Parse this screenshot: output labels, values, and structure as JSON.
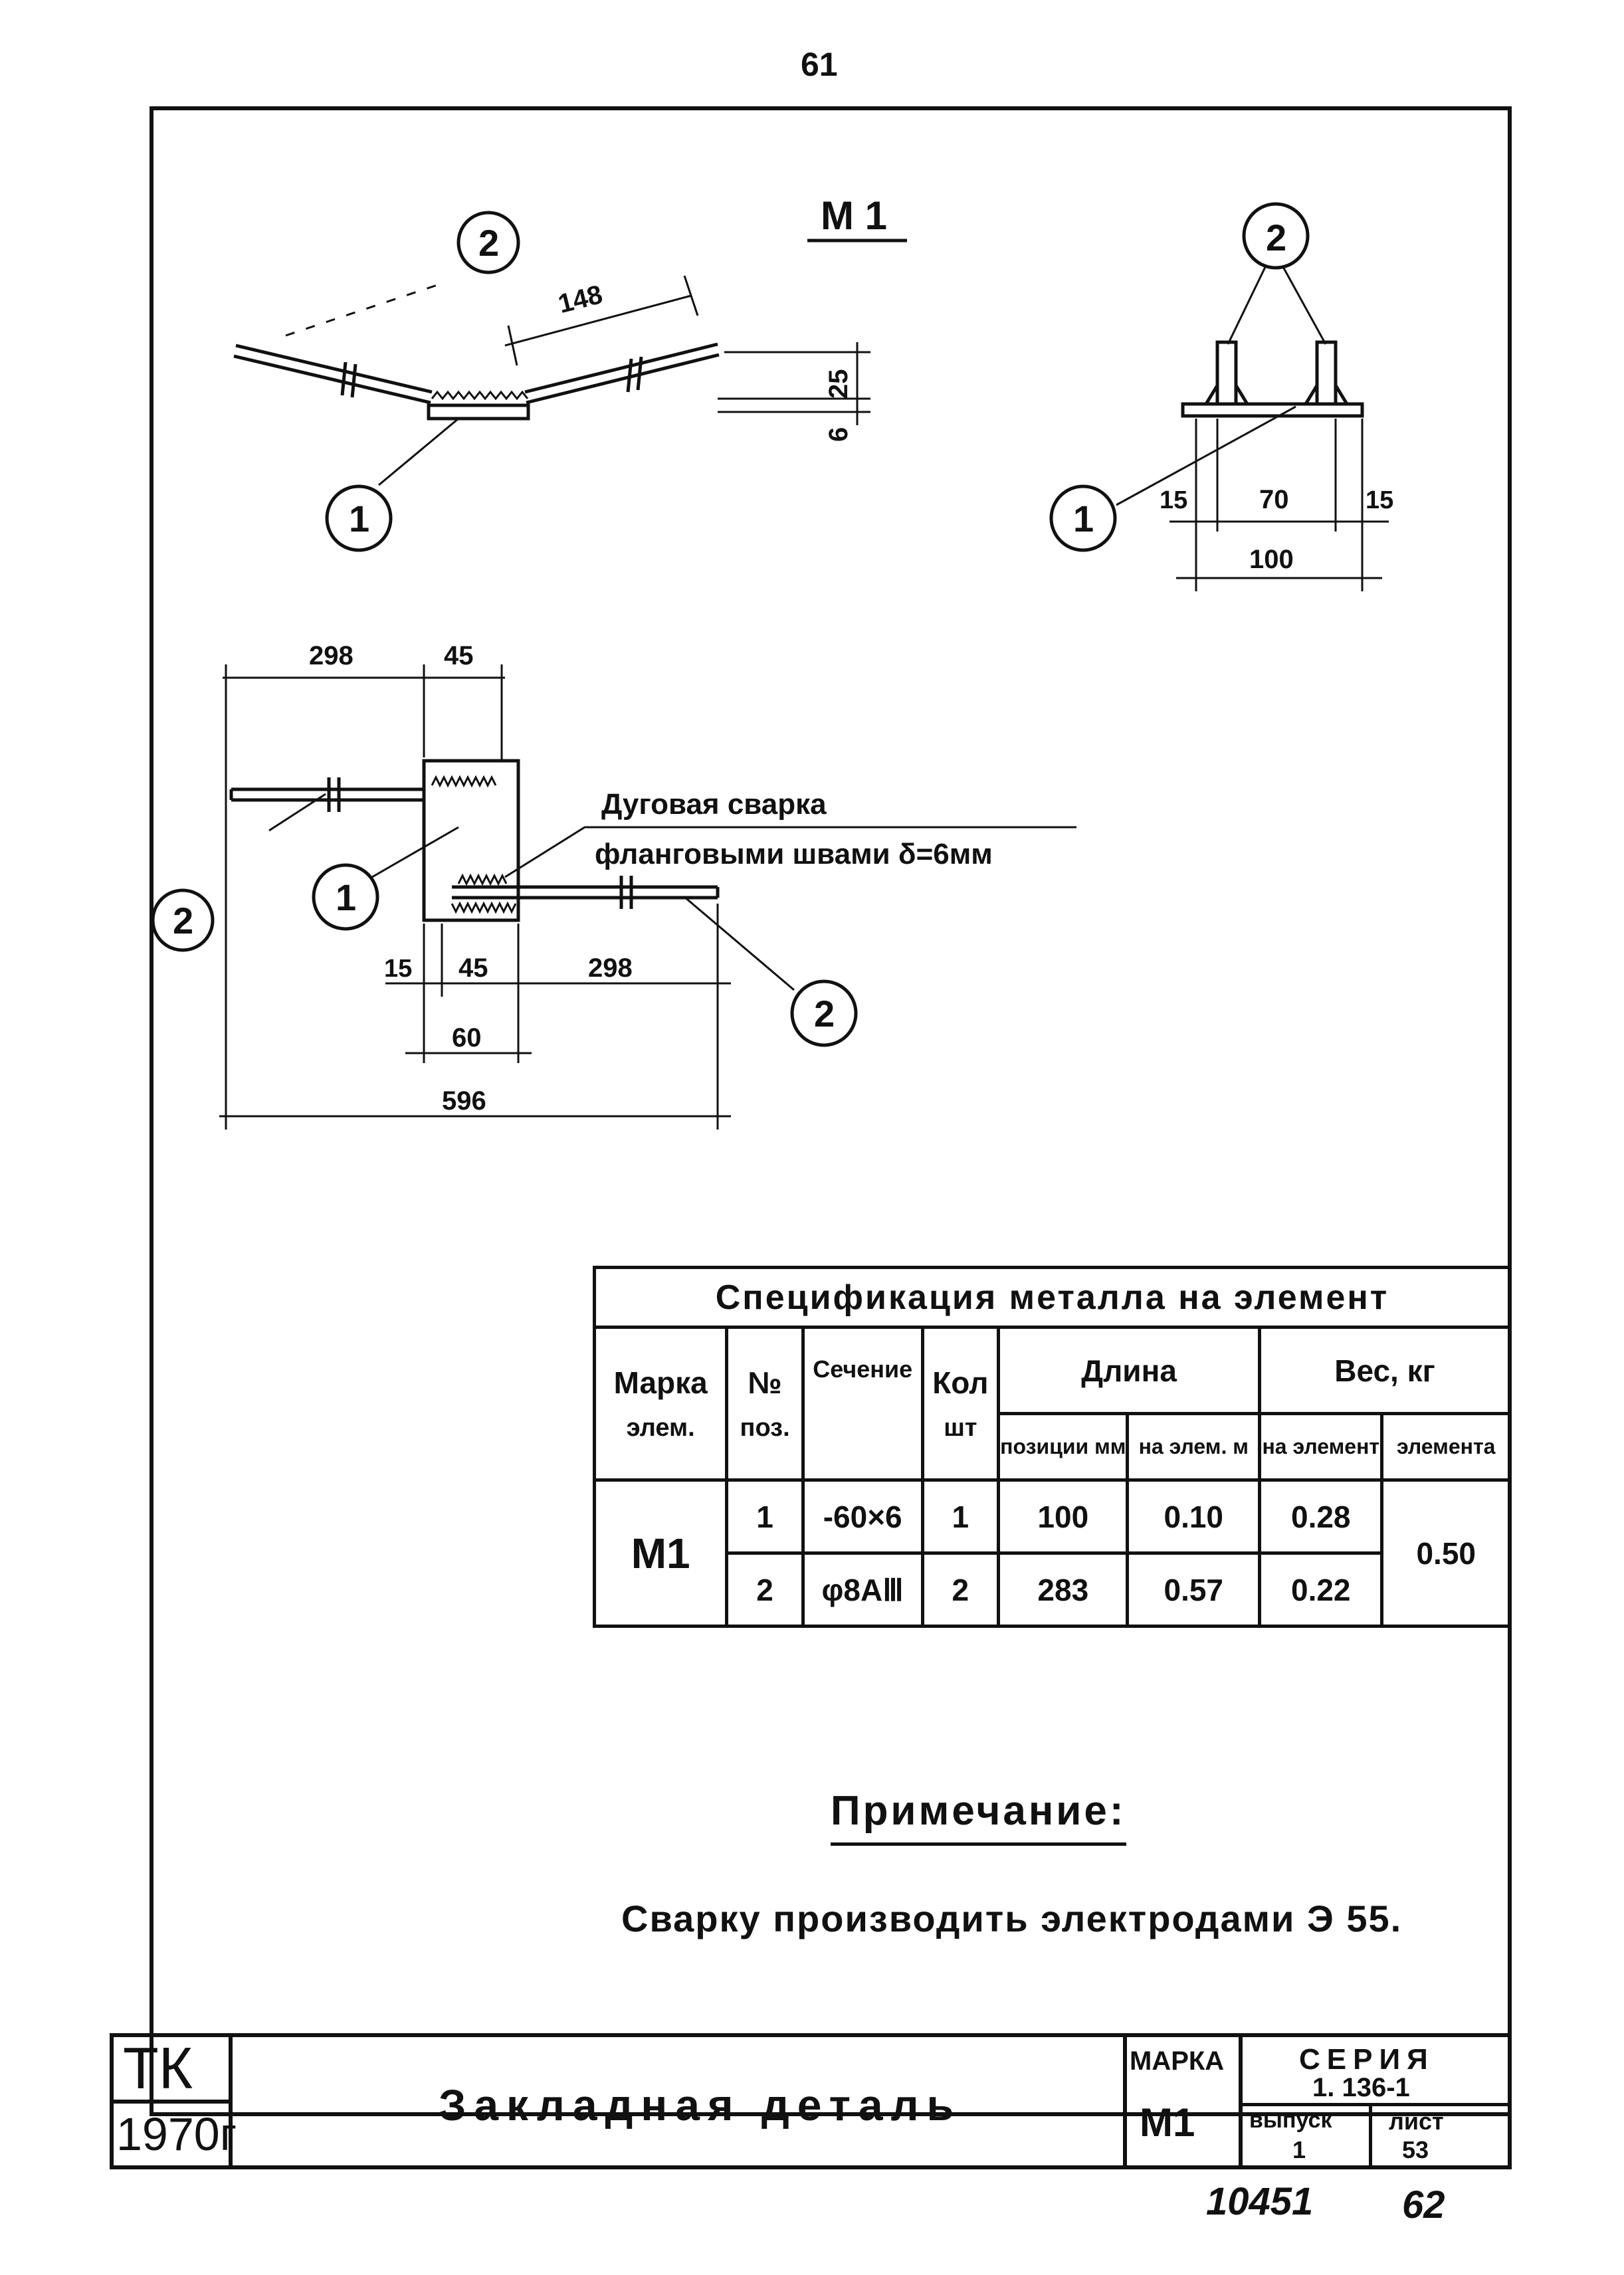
{
  "page_number": "61",
  "drawing": {
    "mark_title": "M 1",
    "callout_1": "1",
    "callout_2": "2",
    "dim_148": "148",
    "dim_6": "6",
    "dim_25": "25",
    "dim_15": "15",
    "dim_70": "70",
    "dim_100": "100",
    "dim_298": "298",
    "dim_45": "45",
    "dim_60": "60",
    "dim_596": "596",
    "weld_note_line1": "Дуговая сварка",
    "weld_note_line2": "фланговыми швами δ=6мм"
  },
  "spec_table": {
    "title": "Спецификация металла на элемент",
    "headers": {
      "mark": "Марка",
      "mark_sub": "элем.",
      "no": "№",
      "no_sub": "поз.",
      "section": "Сечение",
      "qty": "Кол",
      "qty_sub": "шт",
      "length": "Длина",
      "length_pos": "позиции мм",
      "length_elem": "на элем. м",
      "weight": "Вес, кг",
      "weight_elem": "на элемент",
      "weight_total": "элемента"
    },
    "mark_value": "М1",
    "rows": [
      {
        "pos": "1",
        "section": "-60×6",
        "qty": "1",
        "len_mm": "100",
        "len_m": "0.10",
        "weight": "0.28"
      },
      {
        "pos": "2",
        "section": "φ8АⅢ",
        "qty": "2",
        "len_mm": "283",
        "len_m": "0.57",
        "weight": "0.22"
      }
    ],
    "total_weight": "0.50"
  },
  "note": {
    "heading": "Примечание:",
    "text": "Сварку производить электродами Э 55."
  },
  "title_block": {
    "org": "ТК",
    "year": "1970г",
    "title": "Закладная деталь",
    "mark_label": "МАРКА",
    "mark_value": "М1",
    "series_label": "СЕРИЯ",
    "series_value": "1. 136-1",
    "issue_label": "выпуск",
    "issue_value": "1",
    "sheet_label": "лист",
    "sheet_value": "53"
  },
  "handwritten": {
    "code": "10451",
    "sheet": "62"
  }
}
